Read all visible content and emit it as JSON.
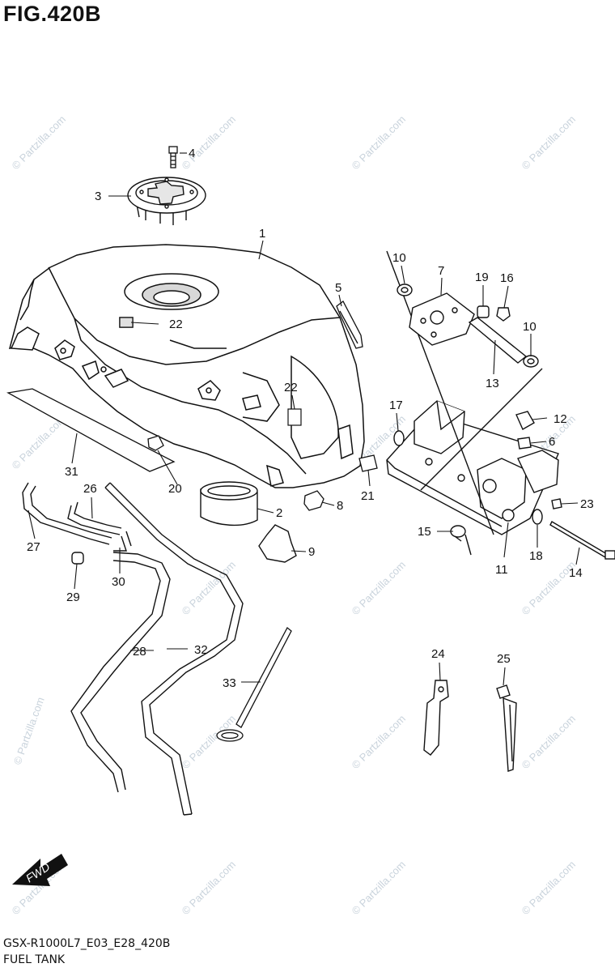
{
  "title": "FIG.420B",
  "footer": {
    "code": "GSX-R1000L7_E03_E28_420B",
    "name": "FUEL TANK"
  },
  "forward_arrow_label": "FWD",
  "watermark": "© Partzilla.com",
  "callouts": [
    {
      "id": "c1",
      "label": "1"
    },
    {
      "id": "c2",
      "label": "2"
    },
    {
      "id": "c3",
      "label": "3"
    },
    {
      "id": "c4",
      "label": "4"
    },
    {
      "id": "c5",
      "label": "5"
    },
    {
      "id": "c6",
      "label": "6"
    },
    {
      "id": "c7",
      "label": "7"
    },
    {
      "id": "c8",
      "label": "8"
    },
    {
      "id": "c9",
      "label": "9"
    },
    {
      "id": "c10a",
      "label": "10"
    },
    {
      "id": "c10b",
      "label": "10"
    },
    {
      "id": "c11",
      "label": "11"
    },
    {
      "id": "c12",
      "label": "12"
    },
    {
      "id": "c13",
      "label": "13"
    },
    {
      "id": "c14",
      "label": "14"
    },
    {
      "id": "c15",
      "label": "15"
    },
    {
      "id": "c16",
      "label": "16"
    },
    {
      "id": "c17",
      "label": "17"
    },
    {
      "id": "c18",
      "label": "18"
    },
    {
      "id": "c19",
      "label": "19"
    },
    {
      "id": "c20",
      "label": "20"
    },
    {
      "id": "c21",
      "label": "21"
    },
    {
      "id": "c22a",
      "label": "22"
    },
    {
      "id": "c22b",
      "label": "22"
    },
    {
      "id": "c23",
      "label": "23"
    },
    {
      "id": "c24",
      "label": "24"
    },
    {
      "id": "c25",
      "label": "25"
    },
    {
      "id": "c26",
      "label": "26"
    },
    {
      "id": "c27",
      "label": "27"
    },
    {
      "id": "c28",
      "label": "28"
    },
    {
      "id": "c29",
      "label": "29"
    },
    {
      "id": "c30",
      "label": "30"
    },
    {
      "id": "c31",
      "label": "31"
    },
    {
      "id": "c32",
      "label": "32"
    },
    {
      "id": "c33",
      "label": "33"
    }
  ]
}
